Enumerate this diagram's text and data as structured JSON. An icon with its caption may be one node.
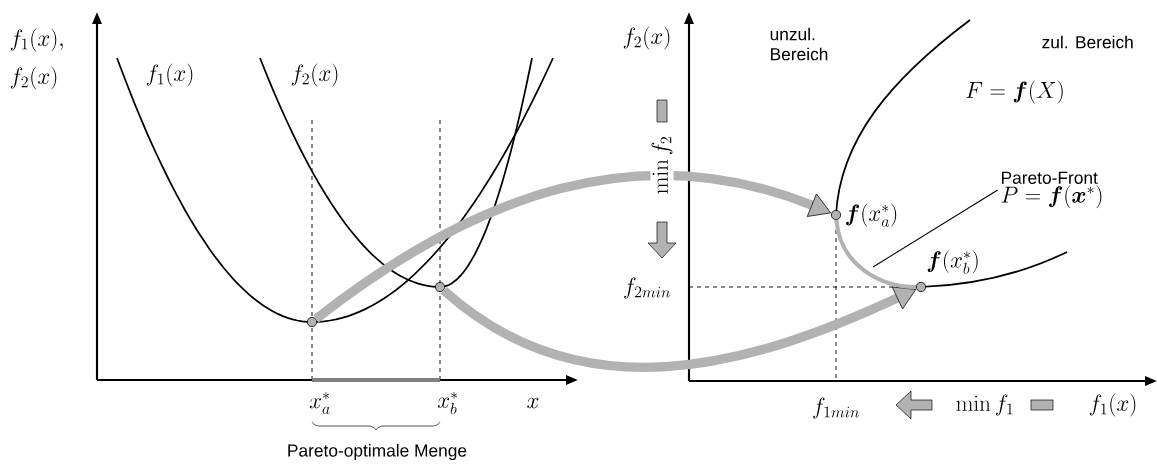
{
  "diagram": {
    "nodes": [
      {
        "text": [],
        "shape": "circle"
      },
      {
        "text": [],
        "shape": "circle"
      },
      {
        "text": [],
        "shape": "circle",
        "beside": [
          "\\boldsymbol{f}(x_a^*)"
        ]
      },
      {
        "text": [],
        "shape": "circle",
        "beside": [
          "\\boldsymbol{f}(x_b^*)"
        ]
      },
      {
        "text": [
          "Pareto-Front",
          "P = \\boldsymbol{f}(\\boldsymbol{x}^*)"
        ]
      }
    ],
    "edges": [
      {
        "from": 0,
        "to": 2,
        "arrow": "to",
        "style": "thick"
      },
      {
        "from": 1,
        "to": 3,
        "arrow": "to",
        "style": "thick"
      },
      {
        "from": 4,
        "to": null,
        "arrow": "none",
        "color": "#000000"
      },
      {
        "from": 2,
        "to": 3,
        "arrow": "none"
      }
    ],
    "labels": [
      "f_1(x),",
      "f_2(x)",
      "f_1(x)",
      "f_2(x)",
      "x_a^*",
      "x_b^*",
      "x",
      "Pareto-optimale Menge",
      "f_2(x)",
      "unzul. Bereich",
      "zul. Bereich",
      "F = \\boldsymbol{f}(X)",
      "\\min f_2",
      "f_{2min}",
      "f_{1min}",
      "\\min f_1",
      "f_1(x)"
    ]
  }
}
